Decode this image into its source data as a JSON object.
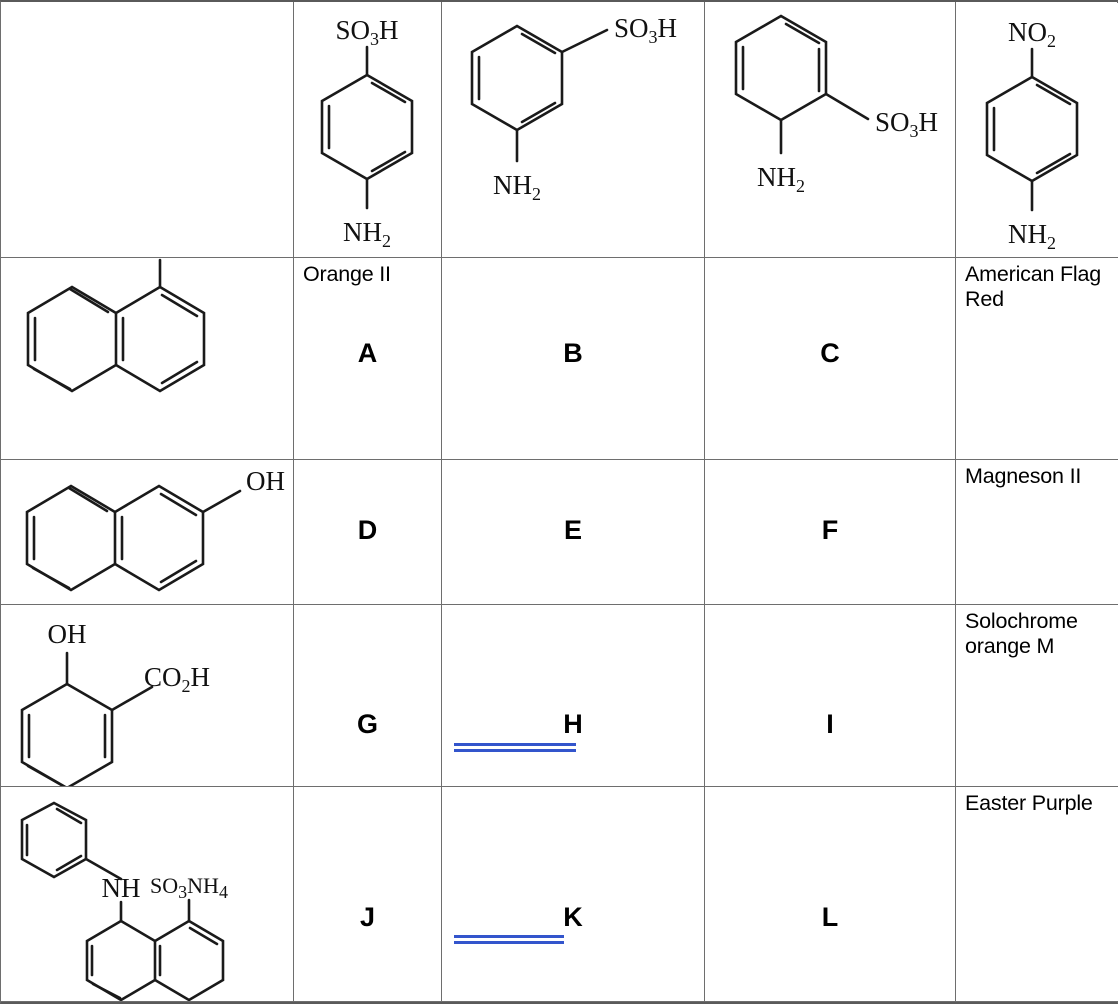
{
  "table": {
    "title": "Azo dye coupling grid",
    "columns": [
      {
        "id": "coupler",
        "header_type": "blank",
        "label": ""
      },
      {
        "id": "col1",
        "header_type": "structure",
        "label": "sulfanilic acid",
        "substituents": [
          "SO3H",
          "NH2"
        ],
        "orientation": "para",
        "ring": "benzene"
      },
      {
        "id": "col2",
        "header_type": "structure",
        "label": "metanilic acid",
        "substituents": [
          "SO3H",
          "NH2"
        ],
        "orientation": "meta",
        "ring": "benzene"
      },
      {
        "id": "col3",
        "header_type": "structure",
        "label": "orthanilic acid",
        "substituents": [
          "SO3H",
          "NH2"
        ],
        "orientation": "ortho",
        "ring": "benzene"
      },
      {
        "id": "col4",
        "header_type": "structure",
        "label": "4-nitroaniline",
        "substituents": [
          "NO2",
          "NH2"
        ],
        "orientation": "para",
        "ring": "benzene"
      }
    ],
    "row_headers": [
      {
        "id": "row1",
        "label": "1-naphthol",
        "substituents": [
          "OH"
        ],
        "ring": "naphthalene"
      },
      {
        "id": "row2",
        "label": "2-naphthol",
        "substituents": [
          "OH"
        ],
        "ring": "naphthalene"
      },
      {
        "id": "row3",
        "label": "salicylic acid",
        "substituents": [
          "OH",
          "CO2H"
        ],
        "ring": "benzene"
      },
      {
        "id": "row4",
        "label": "8-anilinonaphthalene-1-sulfonic acid ammonium salt",
        "substituents": [
          "NH",
          "SO3NH4"
        ],
        "ring": "naphthalene"
      }
    ],
    "cells": [
      {
        "id": "A",
        "letter": "A",
        "product_name": "Orange II",
        "underlined": false
      },
      {
        "id": "B",
        "letter": "B",
        "product_name": "",
        "underlined": false
      },
      {
        "id": "C",
        "letter": "C",
        "product_name": "",
        "underlined": false
      },
      {
        "id": "D1",
        "letter": "",
        "product_name": "American Flag Red",
        "underlined": false
      },
      {
        "id": "D",
        "letter": "D",
        "product_name": "",
        "underlined": false
      },
      {
        "id": "E",
        "letter": "E",
        "product_name": "",
        "underlined": false
      },
      {
        "id": "F",
        "letter": "F",
        "product_name": "",
        "underlined": false
      },
      {
        "id": "D2",
        "letter": "",
        "product_name": "Magneson II",
        "underlined": false
      },
      {
        "id": "G",
        "letter": "G",
        "product_name": "",
        "underlined": false
      },
      {
        "id": "H",
        "letter": "H",
        "product_name": "",
        "underlined": true
      },
      {
        "id": "I",
        "letter": "I",
        "product_name": "",
        "underlined": false
      },
      {
        "id": "D3",
        "letter": "",
        "product_name": "Solochrome orange M",
        "underlined": false
      },
      {
        "id": "J",
        "letter": "J",
        "product_name": "",
        "underlined": false
      },
      {
        "id": "K",
        "letter": "K",
        "product_name": "",
        "underlined": true
      },
      {
        "id": "L",
        "letter": "L",
        "product_name": "",
        "underlined": false
      },
      {
        "id": "D4",
        "letter": "",
        "product_name": "Easter Purple",
        "underlined": false
      }
    ]
  },
  "labels": {
    "so3h": "SO",
    "so3h_sub": "3",
    "so3h_tail": "H",
    "nh2": "NH",
    "nh2_sub": "2",
    "no2": "NO",
    "no2_sub": "2",
    "oh": "OH",
    "co2h": "CO",
    "co2h_sub": "2",
    "co2h_tail": "H",
    "nh": "NH",
    "so3nh4": "SO",
    "so3nh4_sub1": "3",
    "so3nh4_mid": "NH",
    "so3nh4_sub2": "4"
  },
  "letters": {
    "A": "A",
    "B": "B",
    "C": "C",
    "D": "D",
    "E": "E",
    "F": "F",
    "G": "G",
    "H": "H",
    "I": "I",
    "J": "J",
    "K": "K",
    "L": "L"
  },
  "product_names": {
    "orange_ii": "Orange II",
    "american_flag_red": "American Flag Red",
    "magneson_ii": "Magneson II",
    "solochrome_orange_m": "Solochrome orange M",
    "easter_purple": "Easter Purple"
  },
  "colors": {
    "annotation_blue": "#3355cc",
    "border_gray": "#6e6e6e",
    "bond_black": "#1a1a1a",
    "background": "#ffffff"
  }
}
